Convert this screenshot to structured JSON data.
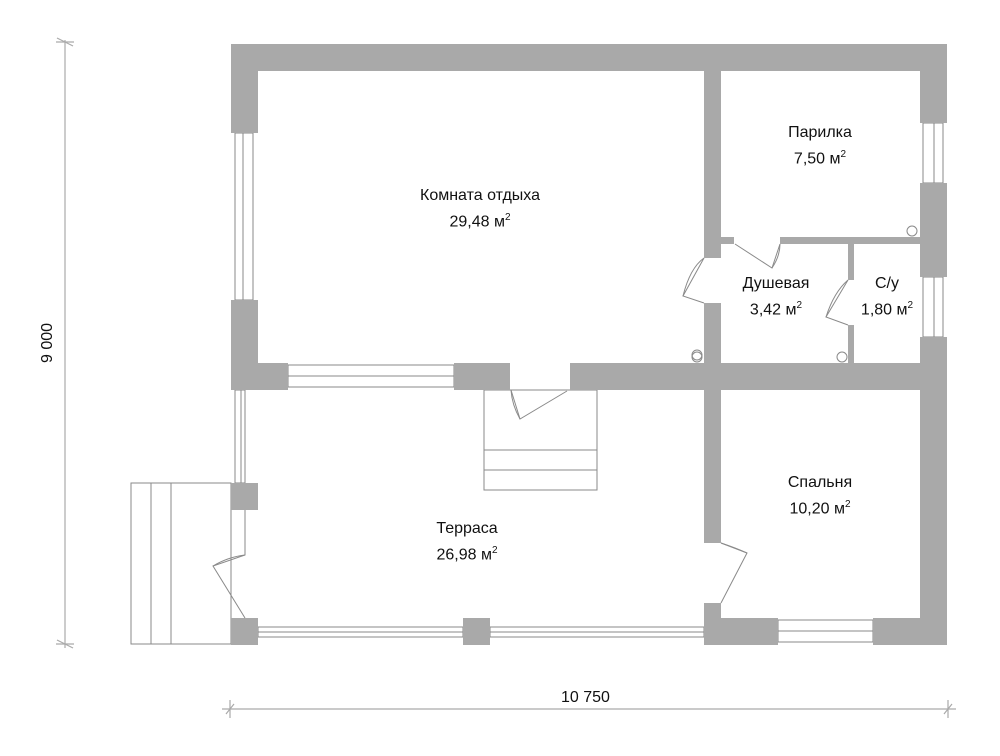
{
  "plan": {
    "rooms": [
      {
        "name": "Комната отдыха",
        "area": "29,48 м",
        "unit_sup": "2"
      },
      {
        "name": "Парилка",
        "area": "7,50 м",
        "unit_sup": "2"
      },
      {
        "name": "Душевая",
        "area": "3,42 м",
        "unit_sup": "2"
      },
      {
        "name": "С/у",
        "area": "1,80 м",
        "unit_sup": "2"
      },
      {
        "name": "Спальня",
        "area": "10,20 м",
        "unit_sup": "2"
      },
      {
        "name": "Терраса",
        "area": "26,98 м",
        "unit_sup": "2"
      }
    ],
    "dimensions": {
      "height": "9 000",
      "width": "10 750"
    },
    "colors": {
      "wall": "#a9a9a9",
      "line": "#8a8a8a",
      "text": "#111111"
    }
  }
}
